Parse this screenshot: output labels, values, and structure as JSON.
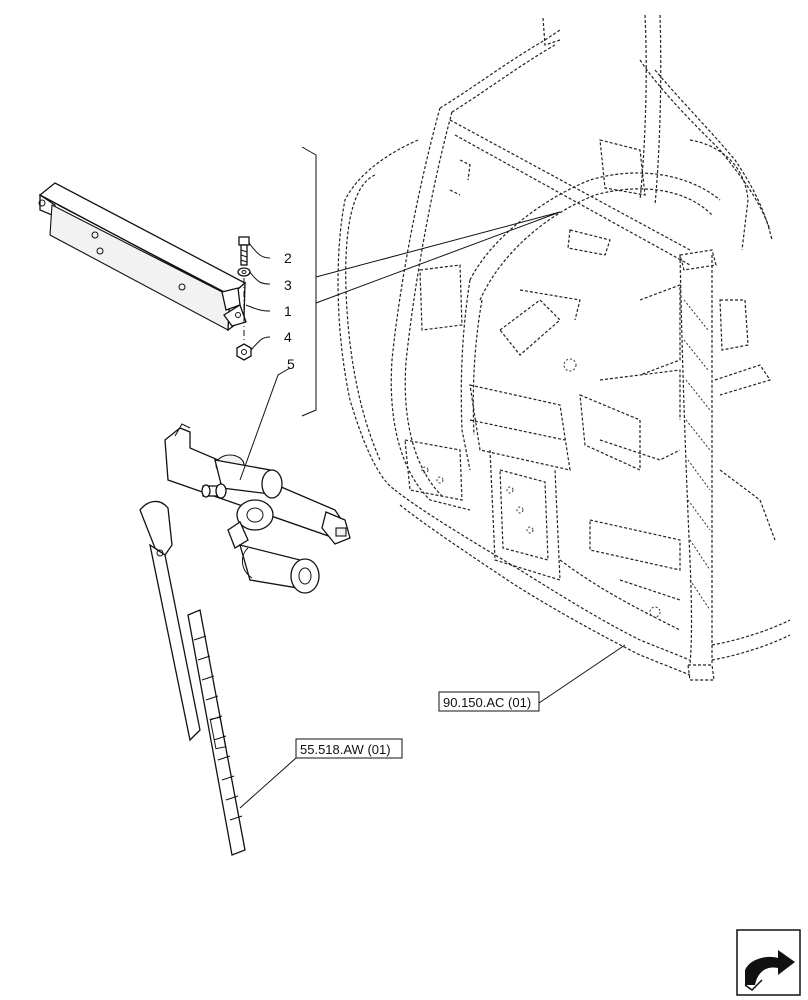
{
  "callouts": [
    {
      "id": "2",
      "label": "2"
    },
    {
      "id": "3",
      "label": "3"
    },
    {
      "id": "1",
      "label": "1"
    },
    {
      "id": "4",
      "label": "4"
    },
    {
      "id": "5",
      "label": "5"
    }
  ],
  "references": {
    "cab_frame": "90.150.AC (01)",
    "wiper_arm": "55.518.AW (01)"
  },
  "nav_icon": "arrow-nav-icon"
}
